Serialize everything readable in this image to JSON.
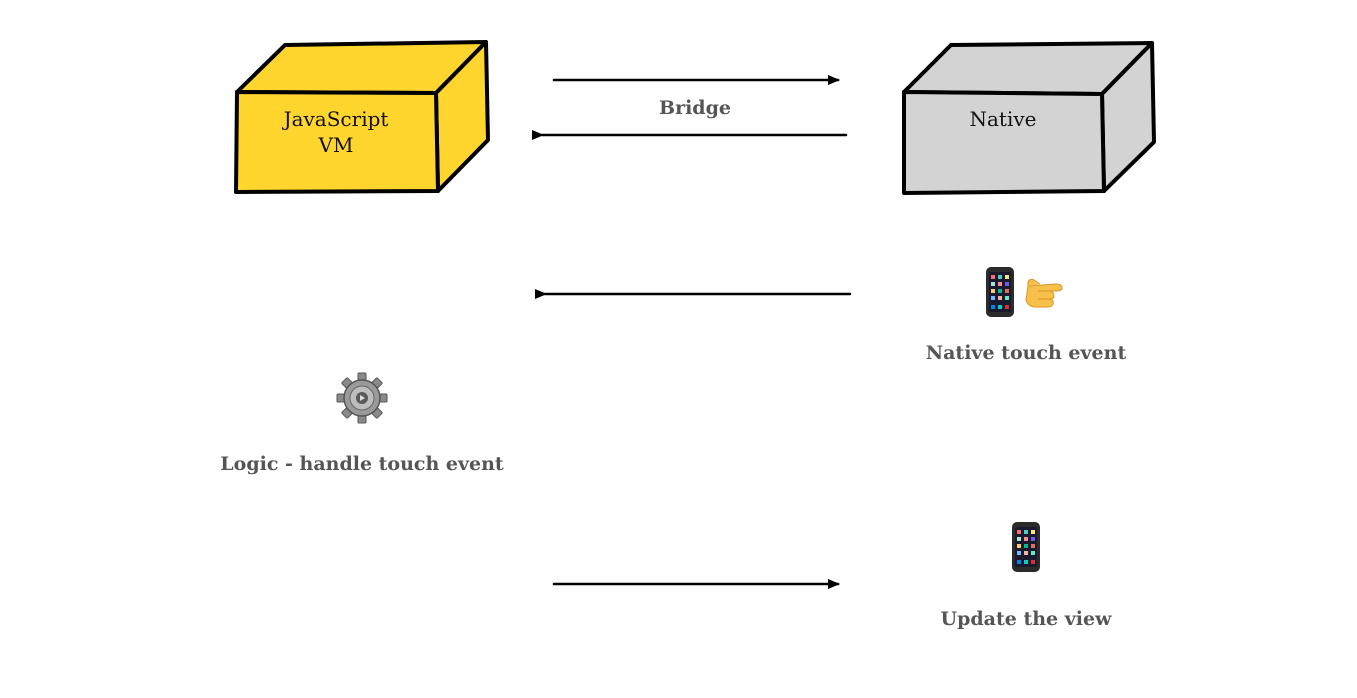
{
  "boxes": {
    "js": {
      "label_line1": "JavaScript",
      "label_line2": "VM",
      "color": "#FFD52E"
    },
    "native": {
      "label": "Native",
      "color": "#D3D3D3"
    }
  },
  "bridge_label": "Bridge",
  "captions": {
    "native_touch": "Native touch event",
    "logic": "Logic - handle touch event",
    "update": "Update the view"
  },
  "icons": {
    "native_touch": [
      "smartphone-icon",
      "pointing-hand-icon"
    ],
    "logic": "gear-icon",
    "update": "smartphone-icon"
  },
  "arrows": [
    {
      "direction": "right",
      "meaning": "JavaScript to Native"
    },
    {
      "direction": "left",
      "meaning": "Native to JavaScript"
    },
    {
      "direction": "left",
      "meaning": "touch event to JavaScript"
    },
    {
      "direction": "right",
      "meaning": "view update to Native"
    }
  ]
}
